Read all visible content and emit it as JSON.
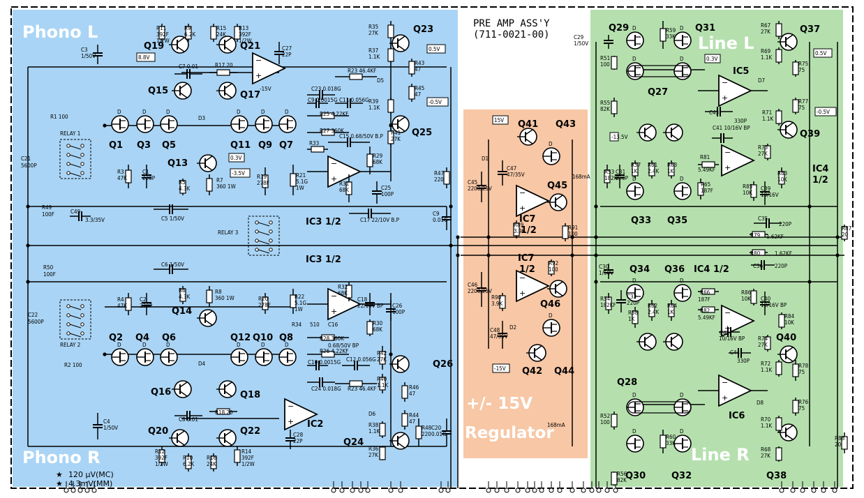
{
  "header": {
    "title": "PRE AMP ASS'Y",
    "part_number": "(711-0021-00)"
  },
  "zones": {
    "phono_l": "Phono L",
    "phono_r": "Phono R",
    "line_l": "Line L",
    "line_r": "Line R",
    "regulator_line1": "+/- 15V",
    "regulator_line2": "Regulator"
  },
  "zone_colors": {
    "phono": "#a9d4f5",
    "regulator": "#f7c7a6",
    "line": "#b5e0ae",
    "zone_text": "#ffffff"
  },
  "footnote": {
    "line1": "120 μV(MC)",
    "line2": "4.3mV(MM)"
  },
  "transistors": [
    "Q1",
    "Q2",
    "Q3",
    "Q4",
    "Q5",
    "Q6",
    "Q7",
    "Q8",
    "Q9",
    "Q10",
    "Q11",
    "Q12",
    "Q13",
    "Q14",
    "Q15",
    "Q16",
    "Q17",
    "Q18",
    "Q19",
    "Q20",
    "Q21",
    "Q22",
    "Q23",
    "Q24",
    "Q25",
    "Q26",
    "Q27",
    "Q28",
    "Q29",
    "Q30",
    "Q31",
    "Q32",
    "Q33",
    "Q34",
    "Q35",
    "Q36",
    "Q37",
    "Q38",
    "Q39",
    "Q40",
    "Q41",
    "Q42",
    "Q43",
    "Q44",
    "Q45",
    "Q46"
  ],
  "ics": [
    "IC2",
    "IC3 1/2",
    "IC3 1/2",
    "IC4 1/2",
    "IC4 1/2",
    "IC5",
    "IC6",
    "IC7 1/2",
    "IC7 1/2"
  ],
  "relays": [
    "RELAY 1",
    "RELAY 2",
    "RELAY 3"
  ],
  "voltage_tags": [
    "0.5V",
    "-0.5V",
    "8.8V",
    "0.3V",
    "-3.5V",
    "15V",
    "-15V",
    "0.3V",
    "-13.5V",
    "0.5V",
    "-0.5V"
  ],
  "current_tags": [
    "168mA",
    "168mA"
  ],
  "components": {
    "phono_l": [
      "R11 392F 1/2W",
      "R9 6.2K",
      "R15 24K",
      "R13 392F 1/2W",
      "C3 1/50V",
      "C7 0.01",
      "R17 20",
      "C27 22P",
      "R23 46.4KF",
      "C23 0.018G",
      "C9 0.0015G",
      "C11 0.056G",
      "R25 4.22KF",
      "R27 360K",
      "R33 510",
      "C15 0.68/50V B.P",
      "R29 68K",
      "R31 68K",
      "C25 100P",
      "C17 22/10V B.P",
      "R1 100",
      "C21 5600P",
      "R3 47K",
      "C1 220P",
      "R5 4.3K",
      "R7 360 1W",
      "R19 278F",
      "R21 5.1G 1W",
      "R49 100F",
      "C49 3.3/35V",
      "C5 1/50V",
      "R35 27K",
      "R37 1.1K",
      "R43 47",
      "R45 47",
      "R39 1.1K",
      "R41 27K",
      "D5",
      "D3",
      "R47 220",
      "C9 0.01G"
    ],
    "phono_r": [
      "R50 100F",
      "C6 1/50V",
      "C22 5600P",
      "R4 47K",
      "C2 220P",
      "R6 4.3K",
      "R8 360 1W",
      "R20 278F",
      "R22 5.1G 1W",
      "R32 68K",
      "C18 22/10V BP",
      "C26 100P",
      "R34 510",
      "C16",
      "R30 68K",
      "R28 360K",
      "C16 0.68/50V BP",
      "R26 4.22KF",
      "C10 0.0015G",
      "C12 0.056G",
      "C24 0.018G",
      "R23 46.4KF",
      "R2 100",
      "D4",
      "R42 27K",
      "R40 1.1K",
      "R46 47",
      "R44 47",
      "R38 1.1K",
      "R36 27K",
      "R48 220",
      "C20 0.01G",
      "C4 1/50V",
      "C8 0.01",
      "R18 20",
      "C28 22P",
      "R12 392F 1/2W",
      "R14 392F 1/2W",
      "R10 6.2K",
      "R16 24K",
      "D6"
    ],
    "regulator": [
      "D1",
      "C45 2200/25V",
      "C47 47/35V",
      "R89 3.9K",
      "R91 100",
      "C46 2200/25V",
      "R90 3.9K",
      "R92 100",
      "C48 47/35V",
      "D2"
    ],
    "line_l": [
      "C29 1/50V",
      "R51 100",
      "R55 82K",
      "R59 33K",
      "R67 27K",
      "R69 1.1K",
      "R75 75",
      "R77 75",
      "D7",
      "R71 1.1K",
      "C43 330P",
      "C41 10/16V BP",
      "R73 27K",
      "R81 5.49KF",
      "R83 10K",
      "R65 187F",
      "R85 10K",
      "C39 10/16V",
      "R53 182KF",
      "C31 220P",
      "R57 1K",
      "R61 2.4K",
      "R63 1K",
      "C35 220P",
      "R79 1.62KF",
      "R87 20"
    ],
    "line_r": [
      "R80 1.62KF",
      "C36 220P",
      "C30 1/50V",
      "R54 182KF",
      "C32 220P",
      "R58 1K",
      "R62 2.4K",
      "R64 1K",
      "R66 187F",
      "R86 10K",
      "C40 10/16V BP",
      "R82 5.49KF",
      "C42 10/16V",
      "R84 10K",
      "C44 330P",
      "R74 27K",
      "R72 1.1K",
      "R78 75",
      "R76 75",
      "D8",
      "R70 1.1K",
      "R68 27K",
      "R52 100",
      "R60 33K",
      "R56 82K",
      "R88 20"
    ]
  }
}
